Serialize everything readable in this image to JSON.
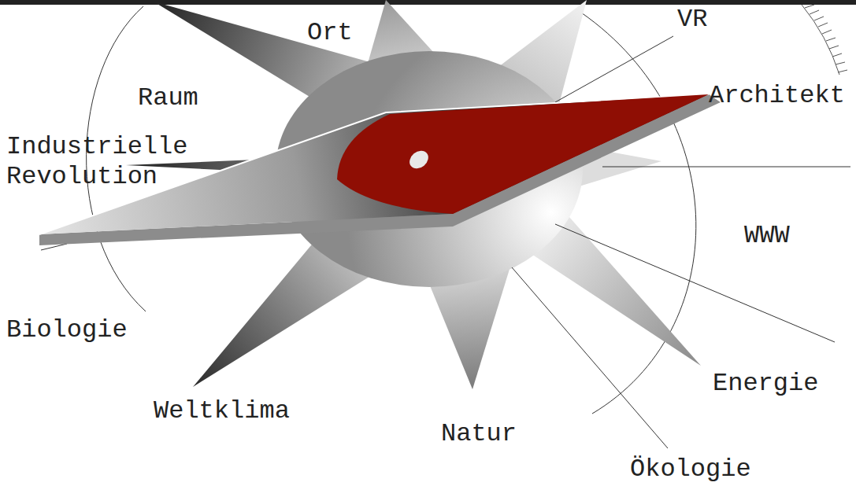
{
  "diagram": {
    "labels": [
      "Ort",
      "VR",
      "Architekt",
      "Raum",
      "Industrielle Revolution",
      "WWW",
      "Biologie",
      "Energie",
      "Weltklima",
      "Natur",
      "Ökologie"
    ]
  }
}
